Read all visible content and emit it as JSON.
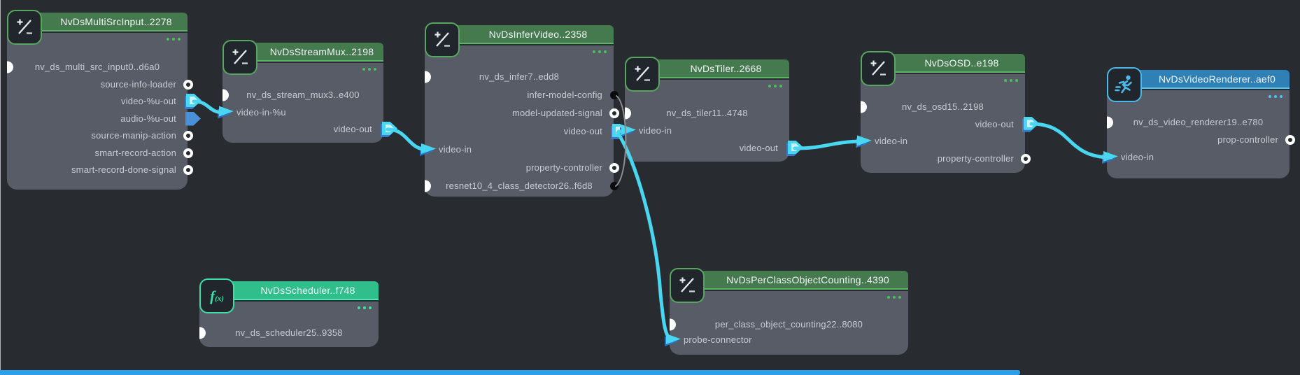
{
  "app": {
    "name": "graph-composer-canvas"
  },
  "colors": {
    "canvas_bg": "#282c31",
    "node_body": "#575c66",
    "port_text": "#c8ccd2",
    "title_text": "#f2f4f6",
    "wire": "#49d6f0",
    "config_wire": "#8a8e94",
    "scrollbar": "#2d9fe8",
    "accents": {
      "green": {
        "header": "#45794e",
        "edge": "#5cb566",
        "icon": "#58a65f",
        "dots": "#4cbf5e"
      },
      "mint": {
        "header": "#2fbe8c",
        "edge": "#49e9b2",
        "icon": "#3fe0a8",
        "dots": "#3fe0a8"
      },
      "blue": {
        "header": "#2f81b5",
        "edge": "#5ac2ef",
        "icon": "#4db9ea",
        "dots": "#52bfee"
      }
    }
  },
  "nodes": [
    {
      "id": "multi-src-input",
      "title": "NvDsMultiSrcInput..2278",
      "icon": "plus-minus",
      "accent": "green",
      "menu": "ellipsis",
      "ports": [
        {
          "name": "nv_ds_multi_src_input0..d6a0",
          "kind": "instance-in"
        },
        {
          "name": "source-info-loader",
          "kind": "signal-out"
        },
        {
          "name": "video-%u-out",
          "kind": "media-out"
        },
        {
          "name": "audio-%u-out",
          "kind": "media-out-idle"
        },
        {
          "name": "source-manip-action",
          "kind": "signal-out"
        },
        {
          "name": "smart-record-action",
          "kind": "signal-out"
        },
        {
          "name": "smart-record-done-signal",
          "kind": "signal-out"
        }
      ]
    },
    {
      "id": "stream-mux",
      "title": "NvDsStreamMux..2198",
      "icon": "plus-minus",
      "accent": "green",
      "menu": "ellipsis",
      "ports": [
        {
          "name": "nv_ds_stream_mux3..e400",
          "kind": "instance-in"
        },
        {
          "name": "video-in-%u",
          "kind": "media-in"
        },
        {
          "name": "video-out",
          "kind": "media-out"
        }
      ]
    },
    {
      "id": "infer-video",
      "title": "NvDsInferVideo..2358",
      "icon": "plus-minus",
      "accent": "green",
      "menu": "ellipsis",
      "ports": [
        {
          "name": "nv_ds_infer7..edd8",
          "kind": "instance-in"
        },
        {
          "name": "infer-model-config",
          "kind": "config-out"
        },
        {
          "name": "model-updated-signal",
          "kind": "signal-out"
        },
        {
          "name": "video-out",
          "kind": "media-out"
        },
        {
          "name": "video-in",
          "kind": "media-in"
        },
        {
          "name": "property-controller",
          "kind": "signal-out"
        },
        {
          "name": "resnet10_4_class_detector26..f6d8",
          "kind": "model-instance"
        }
      ]
    },
    {
      "id": "tiler",
      "title": "NvDsTiler..2668",
      "icon": "plus-minus",
      "accent": "green",
      "menu": "ellipsis",
      "ports": [
        {
          "name": "nv_ds_tiler11..4748",
          "kind": "instance-in"
        },
        {
          "name": "video-in",
          "kind": "media-in"
        },
        {
          "name": "video-out",
          "kind": "media-out"
        }
      ]
    },
    {
      "id": "osd",
      "title": "NvDsOSD..e198",
      "icon": "plus-minus",
      "accent": "green",
      "menu": "ellipsis",
      "ports": [
        {
          "name": "nv_ds_osd15..2198",
          "kind": "instance-in"
        },
        {
          "name": "video-out",
          "kind": "media-out"
        },
        {
          "name": "video-in",
          "kind": "media-in"
        },
        {
          "name": "property-controller",
          "kind": "signal-out"
        }
      ]
    },
    {
      "id": "video-renderer",
      "title": "NvDsVideoRenderer..aef0",
      "icon": "runner",
      "accent": "blue",
      "menu": "ellipsis",
      "ports": [
        {
          "name": "nv_ds_video_renderer19..e780",
          "kind": "instance-in"
        },
        {
          "name": "prop-controller",
          "kind": "signal-out"
        },
        {
          "name": "video-in",
          "kind": "media-in"
        }
      ]
    },
    {
      "id": "scheduler",
      "title": "NvDsScheduler..f748",
      "icon": "fx",
      "accent": "mint",
      "menu": "ellipsis",
      "ports": [
        {
          "name": "nv_ds_scheduler25..9358",
          "kind": "instance-in"
        }
      ]
    },
    {
      "id": "per-class-counting",
      "title": "NvDsPerClassObjectCounting..4390",
      "icon": "plus-minus",
      "accent": "green",
      "menu": "ellipsis",
      "ports": [
        {
          "name": "per_class_object_counting22..8080",
          "kind": "instance-in"
        },
        {
          "name": "probe-connector",
          "kind": "media-in"
        }
      ]
    }
  ],
  "connections": [
    {
      "from": "NvDsMultiSrcInput..2278/video-%u-out",
      "to": "NvDsStreamMux..2198/video-in-%u",
      "type": "media"
    },
    {
      "from": "NvDsStreamMux..2198/video-out",
      "to": "NvDsInferVideo..2358/video-in",
      "type": "media"
    },
    {
      "from": "NvDsInferVideo..2358/video-out",
      "to": "NvDsTiler..2668/video-in",
      "type": "media"
    },
    {
      "from": "NvDsInferVideo..2358/video-out",
      "to": "NvDsPerClassObjectCounting..4390/probe-connector",
      "type": "media"
    },
    {
      "from": "NvDsTiler..2668/video-out",
      "to": "NvDsOSD..e198/video-in",
      "type": "media"
    },
    {
      "from": "NvDsOSD..e198/video-out",
      "to": "NvDsVideoRenderer..aef0/video-in",
      "type": "media"
    },
    {
      "from": "NvDsInferVideo..2358/infer-model-config",
      "to": "NvDsInferVideo..2358/resnet10_4_class_detector26..f6d8",
      "type": "config"
    }
  ]
}
